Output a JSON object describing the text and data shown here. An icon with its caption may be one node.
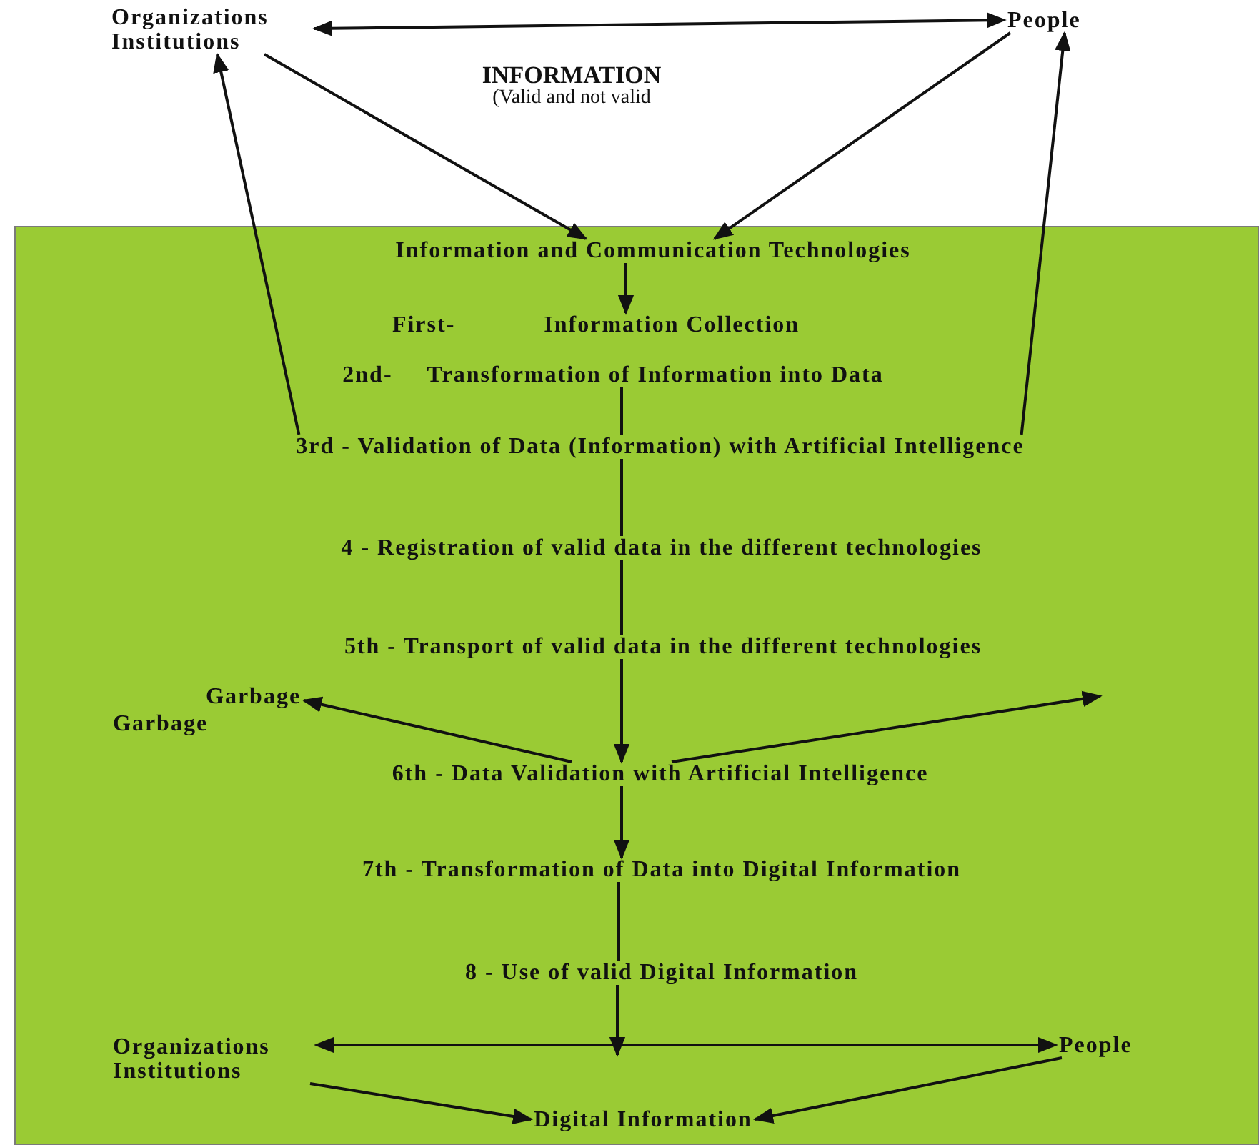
{
  "diagram": {
    "nodes": [
      {
        "text": [
          "Organizations Institutions"
        ]
      },
      {
        "text": [
          "People"
        ]
      },
      {
        "text": [],
        "shape": "box"
      },
      {
        "text": [
          "Information and Communication Technologies"
        ],
        "in": 2
      },
      {
        "text": [
          "First-",
          "Information Collection"
        ],
        "in": 2
      },
      {
        "text": [
          "2nd-",
          "Transformation of Information into Data"
        ],
        "in": 2
      },
      {
        "text": [
          "3rd - Validation of Data (Information) with Artificial Intelligence"
        ],
        "in": 2
      },
      {
        "text": [
          "4 - Registration of valid data in the different technologies"
        ],
        "in": 2
      },
      {
        "text": [
          "5th - Transport of valid data in the different technologies"
        ],
        "in": 2
      },
      {
        "text": [
          "Garbage"
        ],
        "in": 2
      },
      {
        "text": [
          "Garbage"
        ],
        "in": 2
      },
      {
        "text": [
          "6th - Data Validation with Artificial Intelligence"
        ],
        "in": 2
      },
      {
        "text": [
          "7th - Transformation of Data into Digital Information"
        ],
        "in": 2
      },
      {
        "text": [
          "8 - Use of valid Digital Information"
        ],
        "in": 2
      },
      {
        "text": [
          "Organizations Institutions"
        ],
        "in": 2
      },
      {
        "text": [
          "People"
        ],
        "in": 2
      },
      {
        "text": [
          "Digital Information"
        ],
        "in": 2
      }
    ],
    "edges": [
      {
        "from": 0,
        "to": 1,
        "arrow": "both"
      },
      {
        "from": 0,
        "to": 3,
        "arrow": "to"
      },
      {
        "from": 1,
        "to": 3,
        "arrow": "to"
      },
      {
        "from": 6,
        "to": 0,
        "arrow": "to"
      },
      {
        "from": 6,
        "to": 1,
        "arrow": "to"
      },
      {
        "from": 3,
        "to": 4,
        "arrow": "to"
      },
      {
        "from": 5,
        "to": 6,
        "arrow": "none"
      },
      {
        "from": 6,
        "to": 7,
        "arrow": "none"
      },
      {
        "from": 7,
        "to": 8,
        "arrow": "none"
      },
      {
        "from": 8,
        "to": 11,
        "arrow": "to"
      },
      {
        "from": 11,
        "to": 12,
        "arrow": "to"
      },
      {
        "from": 12,
        "to": 13,
        "arrow": "none"
      },
      {
        "from": 13,
        "to": null,
        "arrow": "to"
      },
      {
        "from": 11,
        "to": 9,
        "arrow": "to"
      },
      {
        "from": 11,
        "to": null,
        "arrow": "to"
      },
      {
        "from": 14,
        "to": 15,
        "arrow": "both"
      },
      {
        "from": 14,
        "to": 16,
        "arrow": "to"
      },
      {
        "from": 15,
        "to": 16,
        "arrow": "to"
      }
    ],
    "labels": [
      "INFORMATION",
      "(Valid and not valid"
    ]
  }
}
